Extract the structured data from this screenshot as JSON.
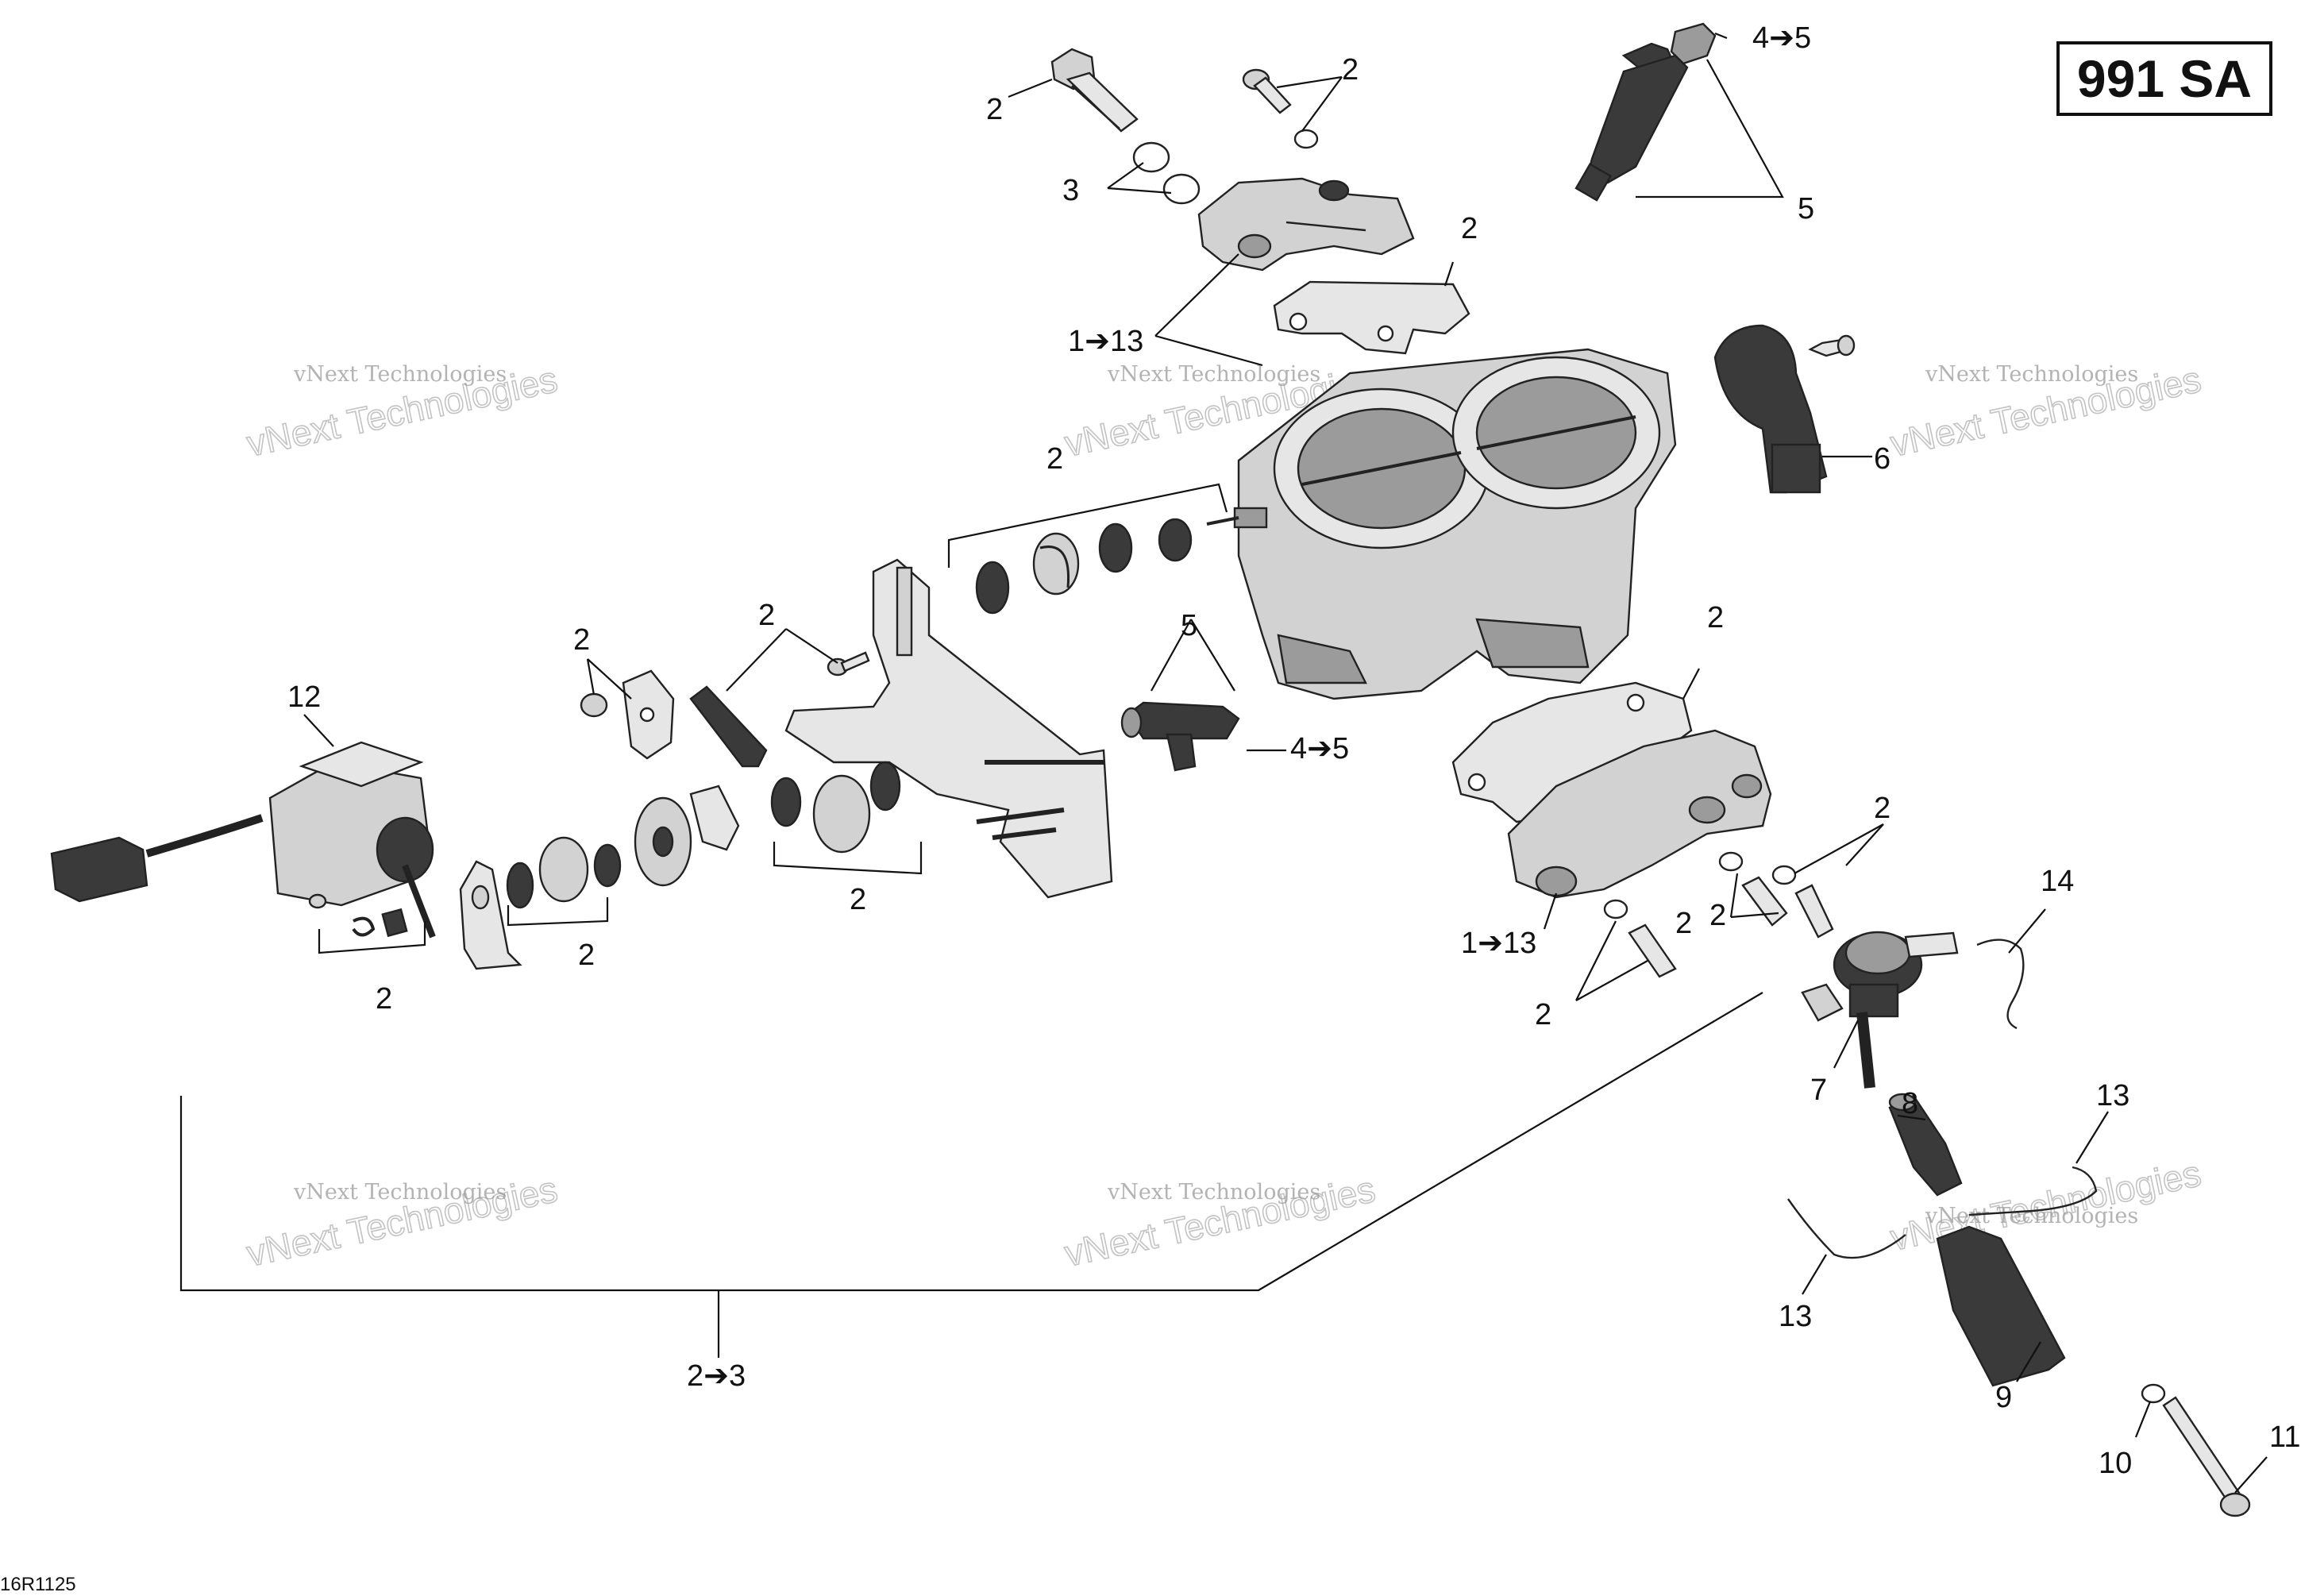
{
  "badge": {
    "model": "991 SA"
  },
  "ref_code": "16R1125",
  "watermark": {
    "line1": "vNext Technologies",
    "line2": "vNext Technologies"
  },
  "callouts": {
    "c1": "2",
    "c2": "2",
    "c3": "3",
    "c4": "4➔5",
    "c5": "5",
    "c6": "2",
    "c7": "1➔13",
    "c8": "6",
    "c9": "2",
    "c10": "2",
    "c11": "2",
    "c12": "12",
    "c13": "5",
    "c14": "4➔5",
    "c15": "2",
    "c16": "2",
    "c17": "2",
    "c18": "2",
    "c19": "2",
    "c20": "2",
    "c21": "2",
    "c22": "1➔13",
    "c23": "2",
    "c24": "14",
    "c25": "7",
    "c26": "8",
    "c27": "13",
    "c28": "13",
    "c29": "9",
    "c30": "10",
    "c31": "11",
    "c32": "2➔3"
  }
}
